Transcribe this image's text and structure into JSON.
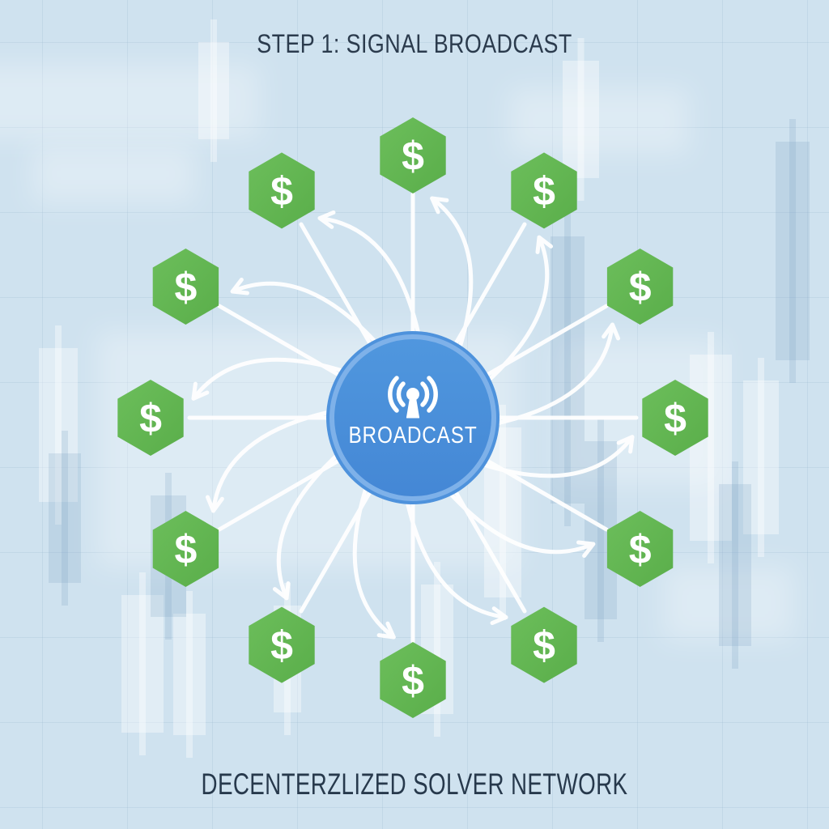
{
  "title": "STEP 1: SIGNAL BROADCAST",
  "footer": "DECENTERZLIZED SOLVER NETWORK",
  "hub": {
    "label": "BROADCAST",
    "icon": "broadcast-signal-icon",
    "fill": "#4a8ed9",
    "edge": "#4e92dc",
    "ring": "#7eb1e9",
    "label_color": "#ffffff"
  },
  "nodes": {
    "count": 12,
    "label": "$",
    "icon": "hexagon-dollar-node",
    "fill": "#6cbe5b",
    "fill_dark": "#5aae4a",
    "label_color": "#ffffff",
    "angles_deg": [
      90,
      60,
      30,
      0,
      330,
      300,
      270,
      240,
      210,
      180,
      150,
      120
    ]
  },
  "connections": {
    "color": "#ffffff",
    "per_node": 2,
    "types": [
      "straight-ray",
      "curved-arrow"
    ]
  },
  "background": {
    "base": "#cfe2ef",
    "grid_line": "#8cacc8",
    "texture_light": "#ffffff",
    "texture_dark": "#80a5c5"
  }
}
